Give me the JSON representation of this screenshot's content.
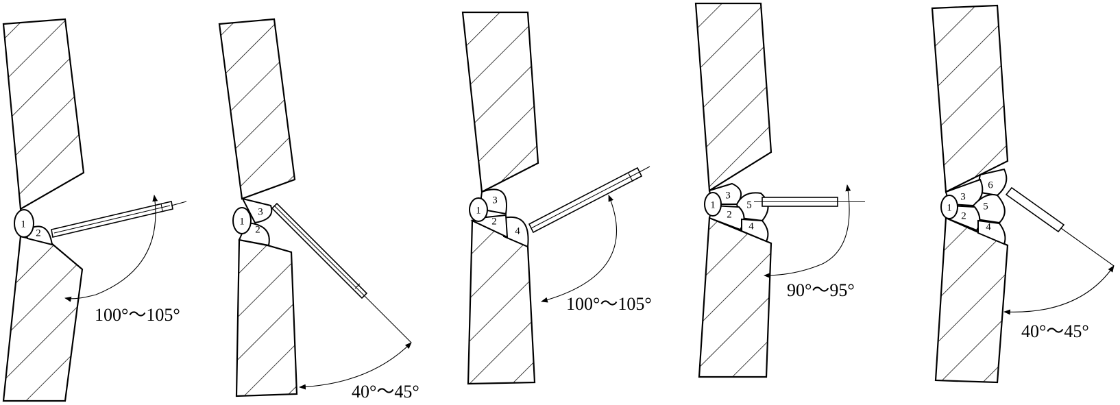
{
  "figure": {
    "panels": [
      {
        "id": 1,
        "angle_label": "100°～105°",
        "passes": [
          "1",
          "2"
        ]
      },
      {
        "id": 2,
        "angle_label": "40°～45°",
        "passes": [
          "1",
          "2",
          "3"
        ]
      },
      {
        "id": 3,
        "angle_label": "100°～105°",
        "passes": [
          "1",
          "2",
          "3",
          "4"
        ]
      },
      {
        "id": 4,
        "angle_label": "90°～95°",
        "passes": [
          "1",
          "2",
          "3",
          "4",
          "5"
        ]
      },
      {
        "id": 5,
        "angle_label": "40°～45°",
        "passes": [
          "1",
          "2",
          "3",
          "4",
          "5",
          "6"
        ]
      }
    ]
  }
}
